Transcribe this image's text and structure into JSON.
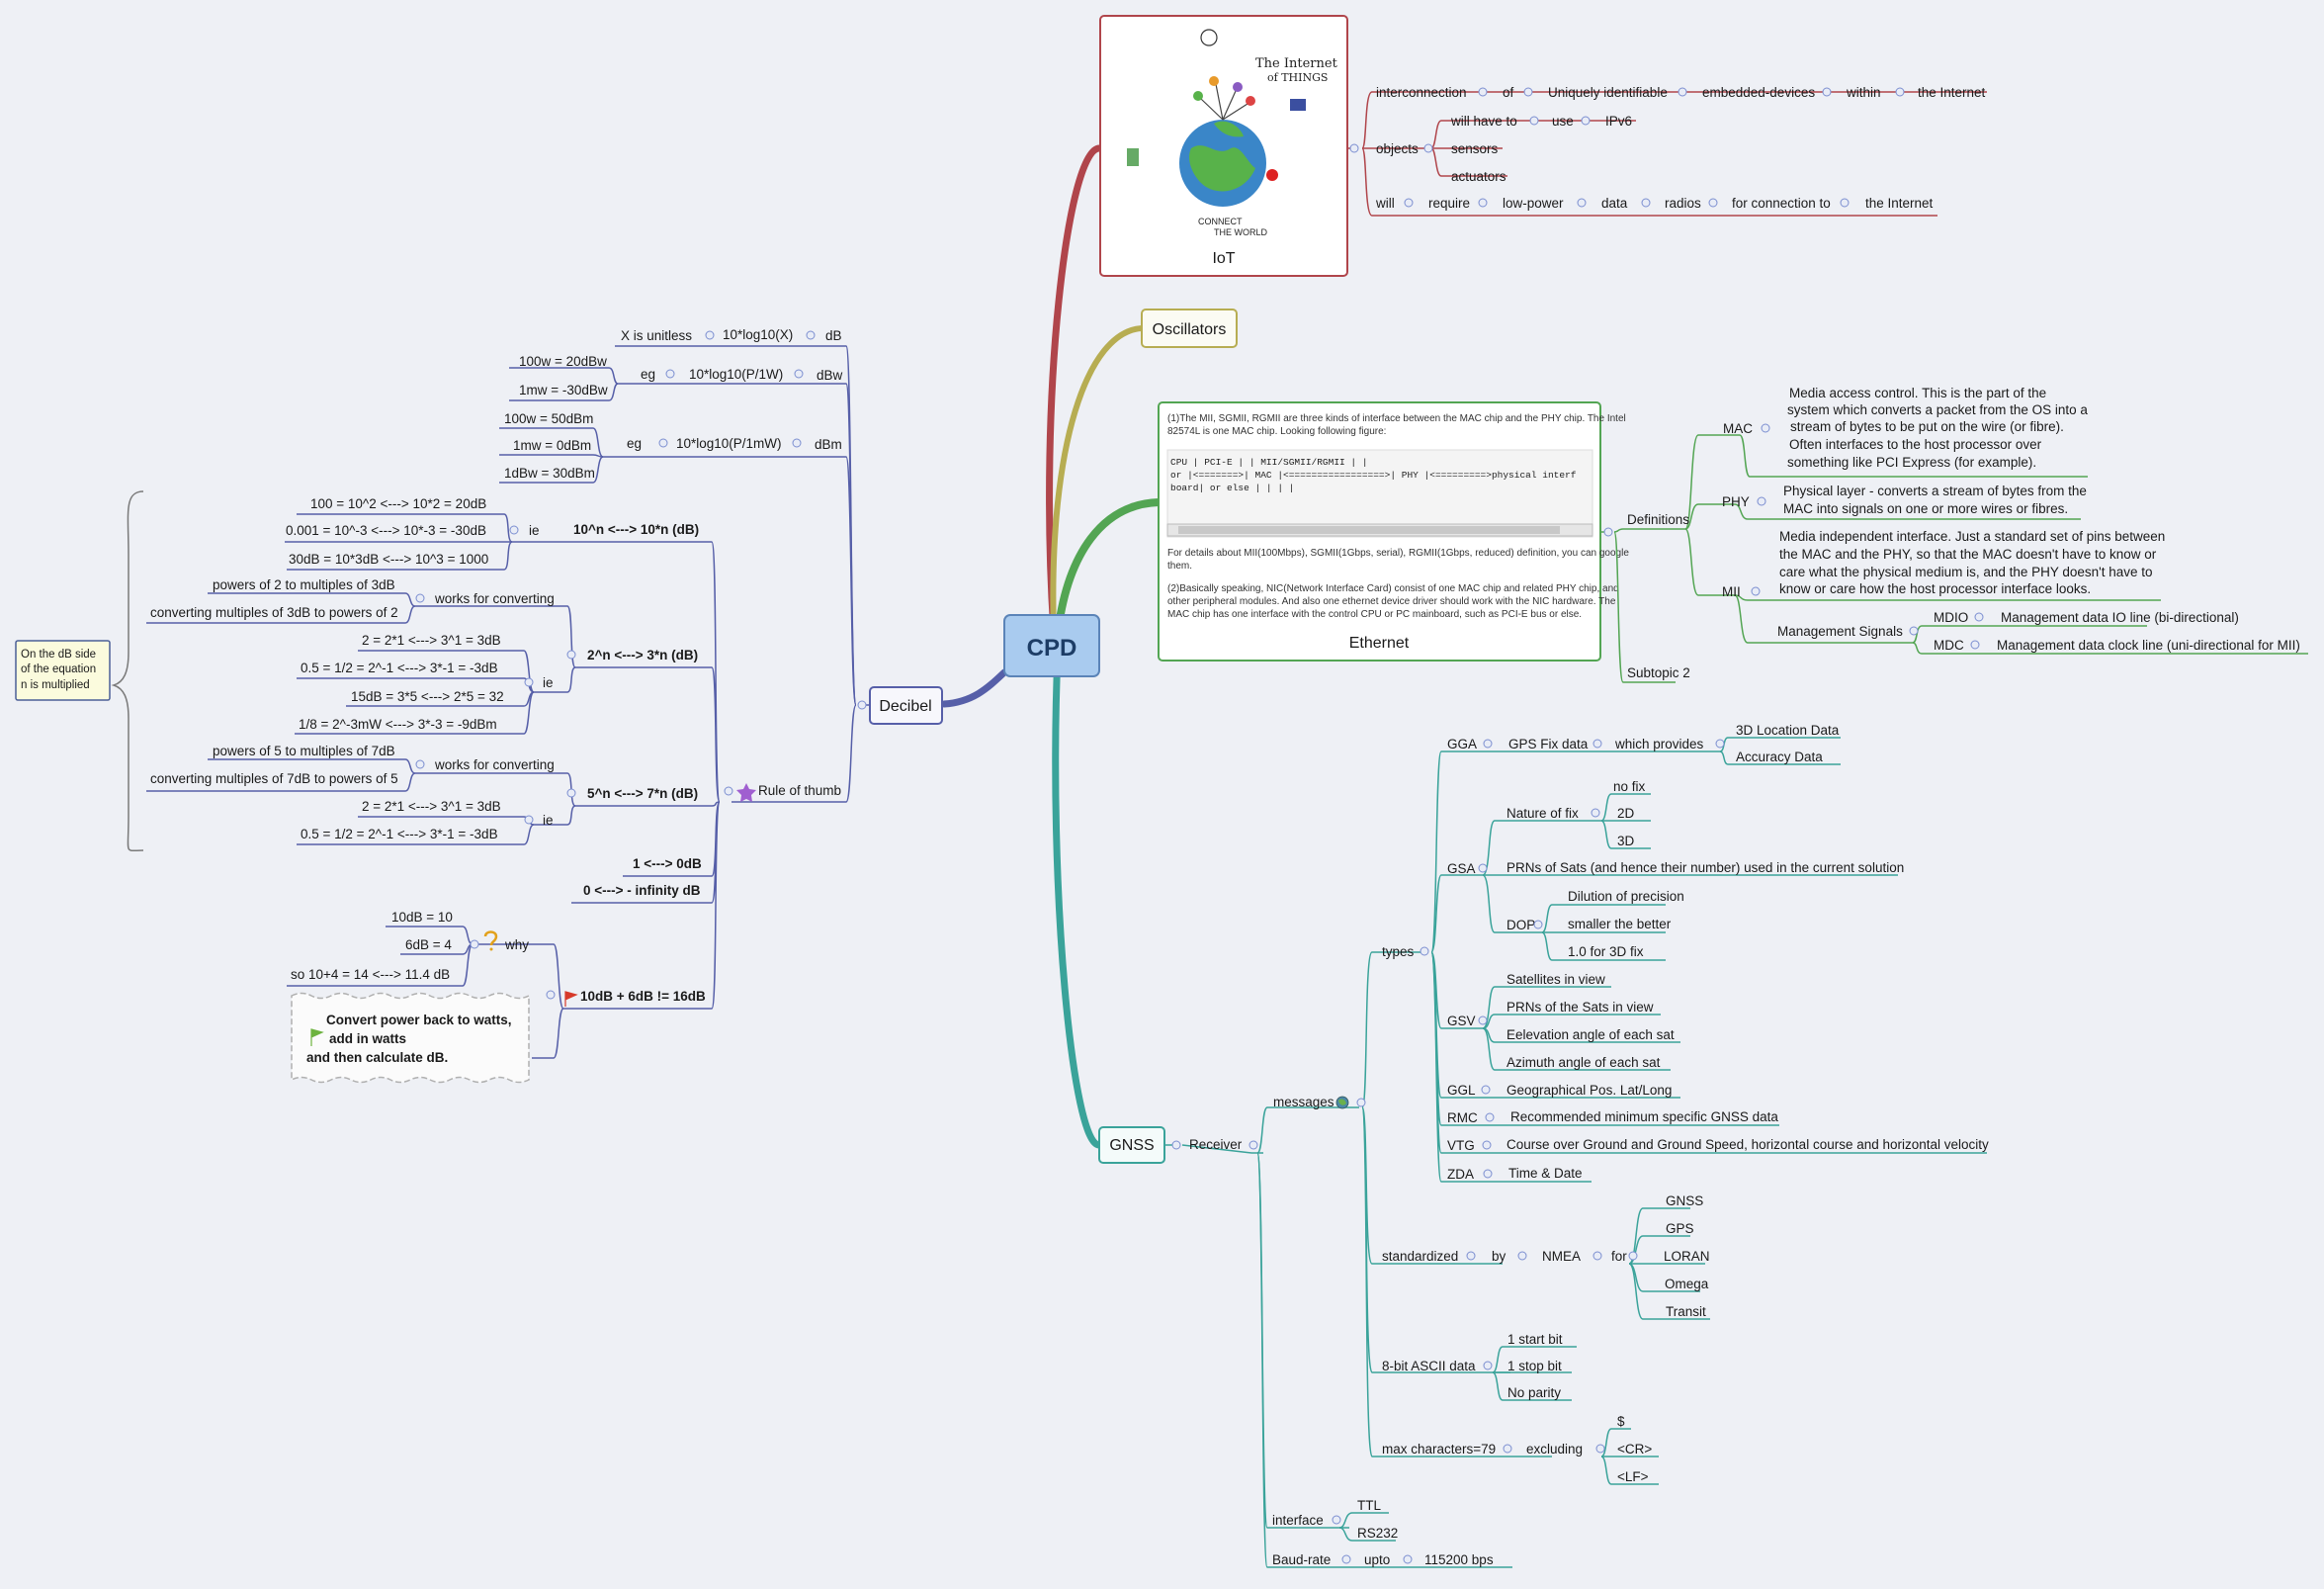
{
  "root": "CPD",
  "colors": {
    "background": "#eef0f5",
    "iot": "#b0454b",
    "oscillators": "#b7ad52",
    "ethernet": "#53a553",
    "gnss": "#3aa39a",
    "decibel": "#565fa8",
    "root_fill": "#a9cbef"
  },
  "iot": {
    "label": "IoT",
    "image_text": {
      "title_1": "The Internet",
      "title_2": "of THINGS",
      "caption_1": "CONNECT",
      "caption_2": "THE WORLD"
    },
    "row1": [
      "interconnection",
      "of",
      "Uniquely identifiable",
      "embedded-devices",
      "within",
      "the Internet"
    ],
    "objects": "objects",
    "obj_will": [
      "will have to",
      "use",
      "IPv6"
    ],
    "sensors": "sensors",
    "actuators": "actuators",
    "row3": [
      "will",
      "require",
      "low-power",
      "data",
      "radios",
      "for connection to",
      "the Internet"
    ]
  },
  "oscillators": "Oscillators",
  "ethernet": {
    "label": "Ethernet",
    "text_1": "(1)The MII, SGMII, RGMII are three kinds of interface between the MAC chip and the PHY chip. The Intel",
    "text_2": "82574L is one MAC chip. Looking following figure:",
    "diagram_1": "  CPU  | PCI-E  |         |   MII/SGMII/RGMII |            |",
    "diagram_2": "  or   |<=======>| MAC   |<=================>| PHY      |<=========>physical interf",
    "diagram_3": "  board| or else |       |                   |            |",
    "text_3": "For details about MII(100Mbps), SGMII(1Gbps, serial), RGMII(1Gbps, reduced) definition, you can google",
    "text_4": "them.",
    "text_5": "(2)Basically speaking, NIC(Network Interface Card) consist of one MAC chip and related PHY chip, and",
    "text_6": "other peripheral modules. And also one ethernet device driver should work with the NIC hardware. The",
    "text_7": "MAC chip has one interface with the control CPU or PC mainboard, such as PCI-E bus or else.",
    "definitions": "Definitions",
    "mac": "MAC",
    "mac_text": [
      "Media access control. This is the part of the",
      "system which converts a packet from the OS into a",
      "stream of bytes to be put on the wire (or fibre).",
      "Often interfaces to the host processor over",
      "something like PCI Express (for example)."
    ],
    "phy": "PHY",
    "phy_text": [
      "Physical layer - converts a stream of bytes from the",
      "MAC into signals on one or more wires or fibres."
    ],
    "mii": "MII",
    "mii_text": [
      "Media independent interface. Just a standard set of pins between",
      "the MAC and the PHY, so that the MAC doesn't have to know or",
      "care what the physical medium is, and the PHY doesn't have to",
      "know or care how the host processor interface looks."
    ],
    "mgmt": "Management Signals",
    "mdio": "MDIO",
    "mdio_text": "Management data IO line (bi-directional)",
    "mdc": "MDC",
    "mdc_text": "Management data clock line (uni-directional for MII)",
    "subtopic": "Subtopic 2"
  },
  "gnss": {
    "label": "GNSS",
    "receiver": "Receiver",
    "messages": "messages",
    "types": "types",
    "gga": "GGA",
    "gga_fix": "GPS Fix data",
    "gga_provides": "which provides",
    "gga_3d": "3D Location Data",
    "gga_acc": "Accuracy Data",
    "gsa": "GSA",
    "nature": "Nature of fix",
    "nofix": "no fix",
    "fix2d": "2D",
    "fix3d": "3D",
    "prns": "PRNs of Sats (and hence their number) used in the current solution",
    "dop": "DOP",
    "dop1": "Dilution of precision",
    "dop2": "smaller the better",
    "dop3": "1.0 for 3D fix",
    "gsv": "GSV",
    "gsv1": "Satellites in view",
    "gsv2": "PRNs of the Sats in view",
    "gsv3": "Eelevation angle of each sat",
    "gsv4": "Azimuth angle of each sat",
    "ggl": "GGL",
    "ggl_t": "Geographical Pos. Lat/Long",
    "rmc": "RMC",
    "rmc_t": "Recommended minimum specific GNSS data",
    "vtg": "VTG",
    "vtg_t": "Course over Ground and Ground Speed, horizontal course and horizontal velocity",
    "zda": "ZDA",
    "zda_t": "Time & Date",
    "standardized": "standardized",
    "by": "by",
    "nmea": "NMEA",
    "for": "for",
    "systems": [
      "GNSS",
      "GPS",
      "LORAN",
      "Omega",
      "Transit"
    ],
    "ascii": "8-bit ASCII data",
    "ascii_items": [
      "1 start bit",
      "1 stop bit",
      "No parity"
    ],
    "maxchars": "max characters=79",
    "excluding": "excluding",
    "excl_items": [
      "$",
      "<CR>",
      "<LF>"
    ],
    "interface": "interface",
    "iface_items": [
      "TTL",
      "RS232"
    ],
    "baud": "Baud-rate",
    "upto": "upto",
    "baud_val": "115200 bps"
  },
  "decibel": {
    "label": "Decibel",
    "r1": [
      "X is unitless",
      "10*log10(X)",
      "dB"
    ],
    "eg": "eg",
    "dbw_formula": "10*log10(P/1W)",
    "dbw": "dBw",
    "dbw_ex": [
      "100w = 20dBw",
      "1mw = -30dBw"
    ],
    "dbm_formula": "10*log10(P/1mW)",
    "dbm": "dBm",
    "dbm_ex": [
      "100w = 50dBm",
      "1mw = 0dBm",
      "1dBw = 30dBm"
    ],
    "rule": "Rule of thumb",
    "r10": "10^n <---> 10*n (dB)",
    "ie": "ie",
    "r10_items": [
      "100 = 10^2 <---> 10*2 = 20dB",
      "0.001 = 10^-3 <---> 10*-3 = -30dB",
      "30dB = 10*3dB <---> 10^3 = 1000"
    ],
    "r23": "2^n <---> 3*n (dB)",
    "works": "works for converting",
    "r23_w": [
      "powers of 2  to multiples of 3dB",
      "converting multiples of 3dB to powers of 2"
    ],
    "r23_items": [
      "2 = 2*1 <---> 3^1 = 3dB",
      "0.5 = 1/2 = 2^-1 <---> 3*-1 = -3dB",
      "15dB = 3*5 <---> 2*5 = 32",
      "1/8 = 2^-3mW <---> 3*-3 = -9dBm"
    ],
    "r57": "5^n <---> 7*n (dB)",
    "r57_w": [
      "powers of 5  to multiples of 7dB",
      "converting multiples of 7dB to powers of 5"
    ],
    "r57_items": [
      "2 = 2*1 <---> 3^1 = 3dB",
      "0.5 = 1/2 = 2^-1 <---> 3*-1 = -3dB"
    ],
    "one": "1 <---> 0dB",
    "zero": "0 <---> - infinity dB",
    "sum": "10dB + 6dB != 16dB",
    "why": "why",
    "why_items": [
      "10dB = 10",
      "6dB = 4",
      "so 10+4 = 14 <---> 11.4 dB"
    ],
    "convert": [
      "Convert power back to watts,",
      "add in watts",
      "and then calculate dB."
    ],
    "note": [
      "On the dB side",
      "of the equation",
      "n is multiplied"
    ]
  }
}
